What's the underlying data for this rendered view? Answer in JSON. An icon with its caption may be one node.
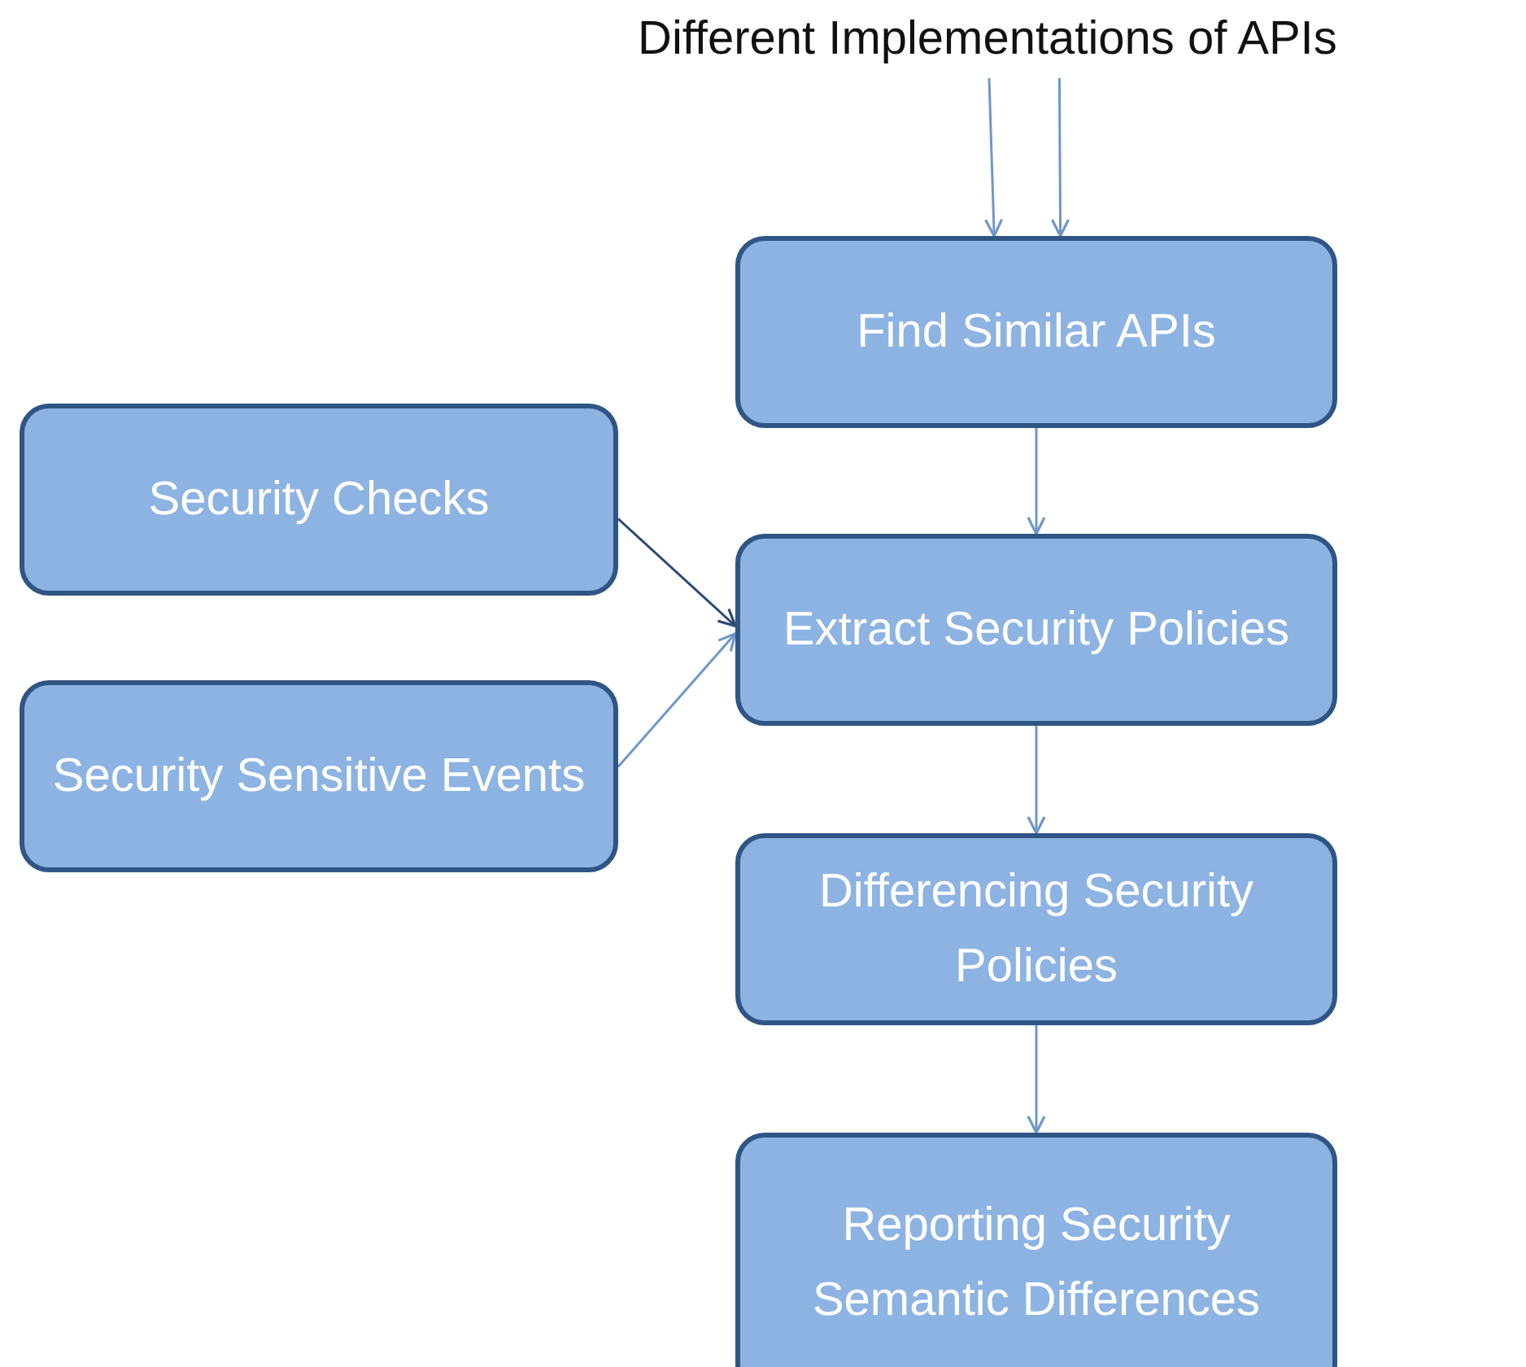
{
  "diagram": {
    "nodes": [
      {
        "text": [
          "Different Implementations of APIs"
        ]
      },
      {
        "text": [
          "Find Similar APIs"
        ]
      },
      {
        "text": [
          "Security Checks"
        ]
      },
      {
        "text": [
          "Extract Security Policies"
        ]
      },
      {
        "text": [
          "Security Sensitive Events"
        ]
      },
      {
        "text": [
          "Differencing Security Policies"
        ]
      },
      {
        "text": [
          "Reporting Security Semantic Differences"
        ]
      }
    ],
    "edges": [
      {
        "from": 0,
        "to": 1,
        "arrow": "to"
      },
      {
        "from": 0,
        "to": 1,
        "arrow": "to"
      },
      {
        "from": 1,
        "to": 3,
        "arrow": "to"
      },
      {
        "from": 2,
        "to": 3,
        "arrow": "to",
        "color": "#2c4a74"
      },
      {
        "from": 4,
        "to": 3,
        "arrow": "to"
      },
      {
        "from": 3,
        "to": 5,
        "arrow": "to"
      },
      {
        "from": 5,
        "to": 6,
        "arrow": "to"
      }
    ]
  }
}
